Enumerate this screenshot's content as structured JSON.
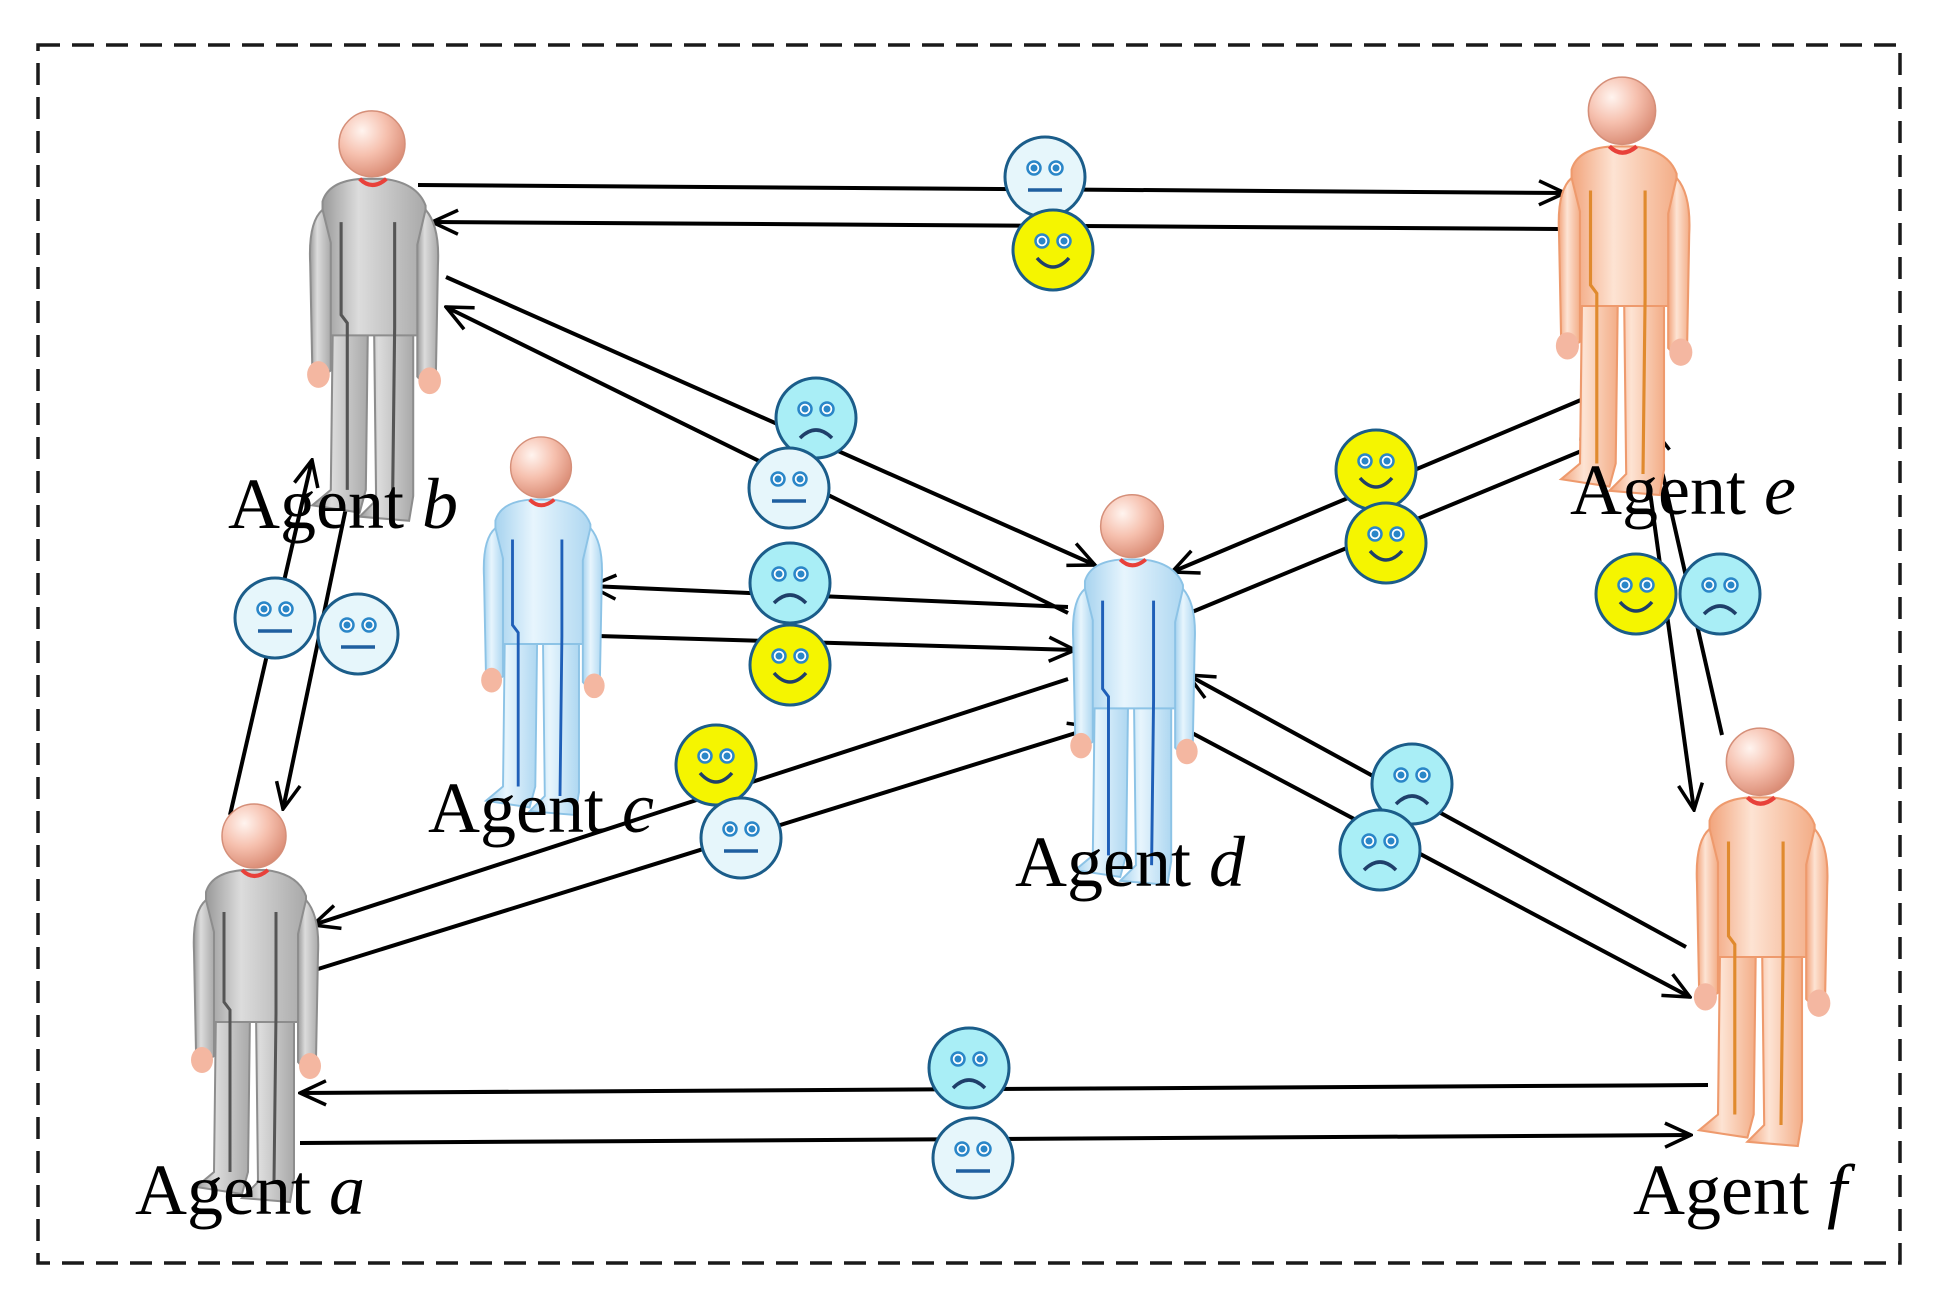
{
  "colors": {
    "arrow": "#000000",
    "border": "#1a1a1a",
    "neutral_face": "#e6f6fb",
    "sad_face": "#a9eef6",
    "happy_face": "#f5f500",
    "face_stroke": "#1b5d8a",
    "happy_stroke": "#1b5d8a",
    "eye": "#2a86c8",
    "agent_gray": "#c8c8c8",
    "agent_blue": "#cfe9f7",
    "agent_peach": "#f9c9aa",
    "head": "#f6b8a3"
  },
  "agents": [
    {
      "id": "a",
      "prefix": "Agent",
      "var": "a",
      "style": "gray"
    },
    {
      "id": "b",
      "prefix": "Agent",
      "var": "b",
      "style": "gray"
    },
    {
      "id": "c",
      "prefix": "Agent",
      "var": "c",
      "style": "blue"
    },
    {
      "id": "d",
      "prefix": "Agent",
      "var": "d",
      "style": "blue"
    },
    {
      "id": "e",
      "prefix": "Agent",
      "var": "e",
      "style": "peach"
    },
    {
      "id": "f",
      "prefix": "Agent",
      "var": "f",
      "style": "peach"
    }
  ],
  "relations": [
    {
      "from": "b",
      "to": "e",
      "mood": "neutral"
    },
    {
      "from": "e",
      "to": "b",
      "mood": "happy"
    },
    {
      "from": "b",
      "to": "d",
      "mood": "sad"
    },
    {
      "from": "d",
      "to": "b",
      "mood": "neutral"
    },
    {
      "from": "d",
      "to": "c",
      "mood": "sad"
    },
    {
      "from": "c",
      "to": "d",
      "mood": "happy"
    },
    {
      "from": "d",
      "to": "a",
      "mood": "happy"
    },
    {
      "from": "a",
      "to": "d",
      "mood": "neutral"
    },
    {
      "from": "e",
      "to": "d",
      "mood": "happy"
    },
    {
      "from": "d",
      "to": "e",
      "mood": "happy"
    },
    {
      "from": "f",
      "to": "d",
      "mood": "sad"
    },
    {
      "from": "d",
      "to": "f",
      "mood": "sad"
    },
    {
      "from": "a",
      "to": "b",
      "mood": "neutral"
    },
    {
      "from": "b",
      "to": "a",
      "mood": "neutral"
    },
    {
      "from": "e",
      "to": "f",
      "mood": "happy"
    },
    {
      "from": "f",
      "to": "e",
      "mood": "sad"
    },
    {
      "from": "f",
      "to": "a",
      "mood": "sad"
    },
    {
      "from": "a",
      "to": "f",
      "mood": "neutral"
    }
  ]
}
